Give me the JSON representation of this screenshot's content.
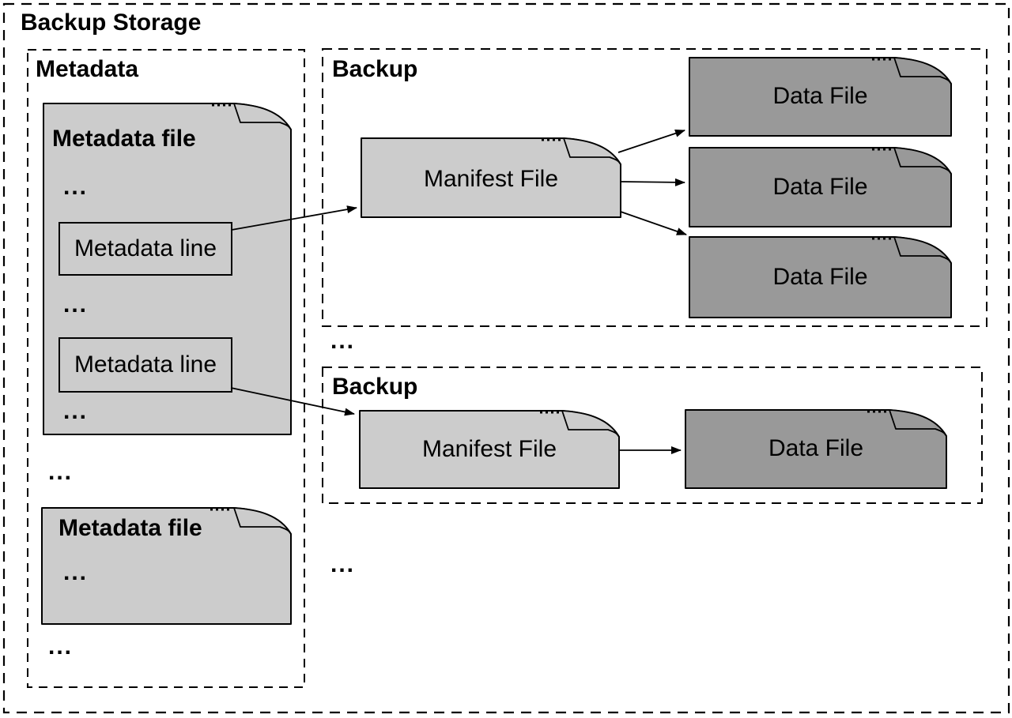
{
  "colors": {
    "file_light": "#cccccc",
    "file_dark": "#999999",
    "line": "#000000",
    "background": "#ffffff",
    "text": "#000000"
  },
  "ellipsis": "...",
  "outer": {
    "title": "Backup Storage"
  },
  "metadata_section": {
    "label": "Metadata",
    "files": [
      {
        "title": "Metadata file",
        "lines": [
          "Metadata line",
          "Metadata line"
        ]
      },
      {
        "title": "Metadata file"
      }
    ]
  },
  "backups": [
    {
      "label": "Backup",
      "manifest_label": "Manifest File",
      "data_files": [
        "Data File",
        "Data File",
        "Data File"
      ]
    },
    {
      "label": "Backup",
      "manifest_label": "Manifest File",
      "data_files": [
        "Data File"
      ]
    }
  ]
}
